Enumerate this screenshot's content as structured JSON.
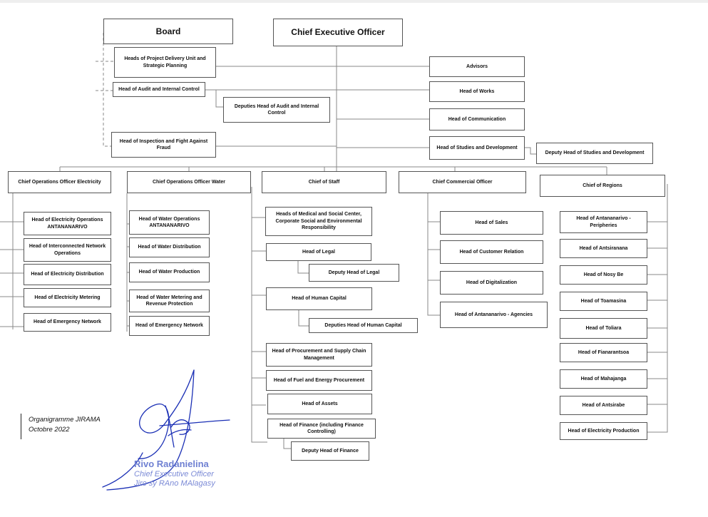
{
  "colors": {
    "line": "#888888",
    "border": "#555555",
    "signature": "#1a2fb5",
    "stamp": "#7b8ad6"
  },
  "top": {
    "board": "Board",
    "ceo": "Chief Executive Officer"
  },
  "staff_left": {
    "pdu": "Heads of Project Delivery Unit and Strategic Planning",
    "audit": "Head of Audit and Internal Control",
    "audit_deputies": "Deputies Head of Audit and Internal Control",
    "inspection": "Head of Inspection and Fight Against Fraud"
  },
  "staff_right": {
    "advisors": "Advisors",
    "works": "Head of Works",
    "communication": "Head of Communication",
    "studies": "Head of Studies and Development",
    "studies_deputy": "Deputy Head of Studies and Development"
  },
  "columns": {
    "electricity": {
      "title": "Chief Operations Officer Electricity",
      "items": [
        "Head of Electricity Operations ANTANANARIVO",
        "Head of Interconnected Network Operations",
        "Head of Electricity Distribution",
        "Head of Electricity Metering",
        "Head of Emergency Network"
      ]
    },
    "water": {
      "title": "Chief Operations Officer Water",
      "items": [
        "Head of Water Operations ANTANANARIVO",
        "Head of Water Distribution",
        "Head of Water Production",
        "Head of Water Metering and Revenue Protection",
        "Head of Emergency Network"
      ]
    },
    "staff": {
      "title": "Chief of Staff",
      "items": [
        "Heads of Medical and Social Center, Corporate Social and Environmental Responsibility",
        "Head of Legal",
        "Deputy Head of Legal",
        "Head of Human Capital",
        "Deputies Head of Human Capital",
        "Head of Procurement and Supply Chain Management",
        "Head of Fuel and Energy Procurement",
        "Head of Assets",
        "Head of Finance (including Finance Controlling)",
        "Deputy Head of Finance"
      ]
    },
    "commercial": {
      "title": "Chief Commercial Officer",
      "items": [
        "Head of Sales",
        "Head of Customer Relation",
        "Head of Digitalization",
        "Head of Antananarivo - Agencies"
      ]
    },
    "regions": {
      "title": "Chief of Regions",
      "items": [
        "Head of Antananarivo - Peripheries",
        "Head of Antsiranana",
        "Head of Nosy Be",
        "Head of Toamasina",
        "Head of Toliara",
        "Head of Fianarantsoa",
        "Head of Mahajanga",
        "Head of Antsirabe",
        "Head of Electricity Production"
      ]
    }
  },
  "footnote": {
    "line1": "Organigramme JIRAMA",
    "line2": "Octobre 2022"
  },
  "stamp": {
    "name": "Rivo Radanielina",
    "title": "Chief Executive Officer",
    "company": "Jiro sy RAno MAlagasy"
  }
}
